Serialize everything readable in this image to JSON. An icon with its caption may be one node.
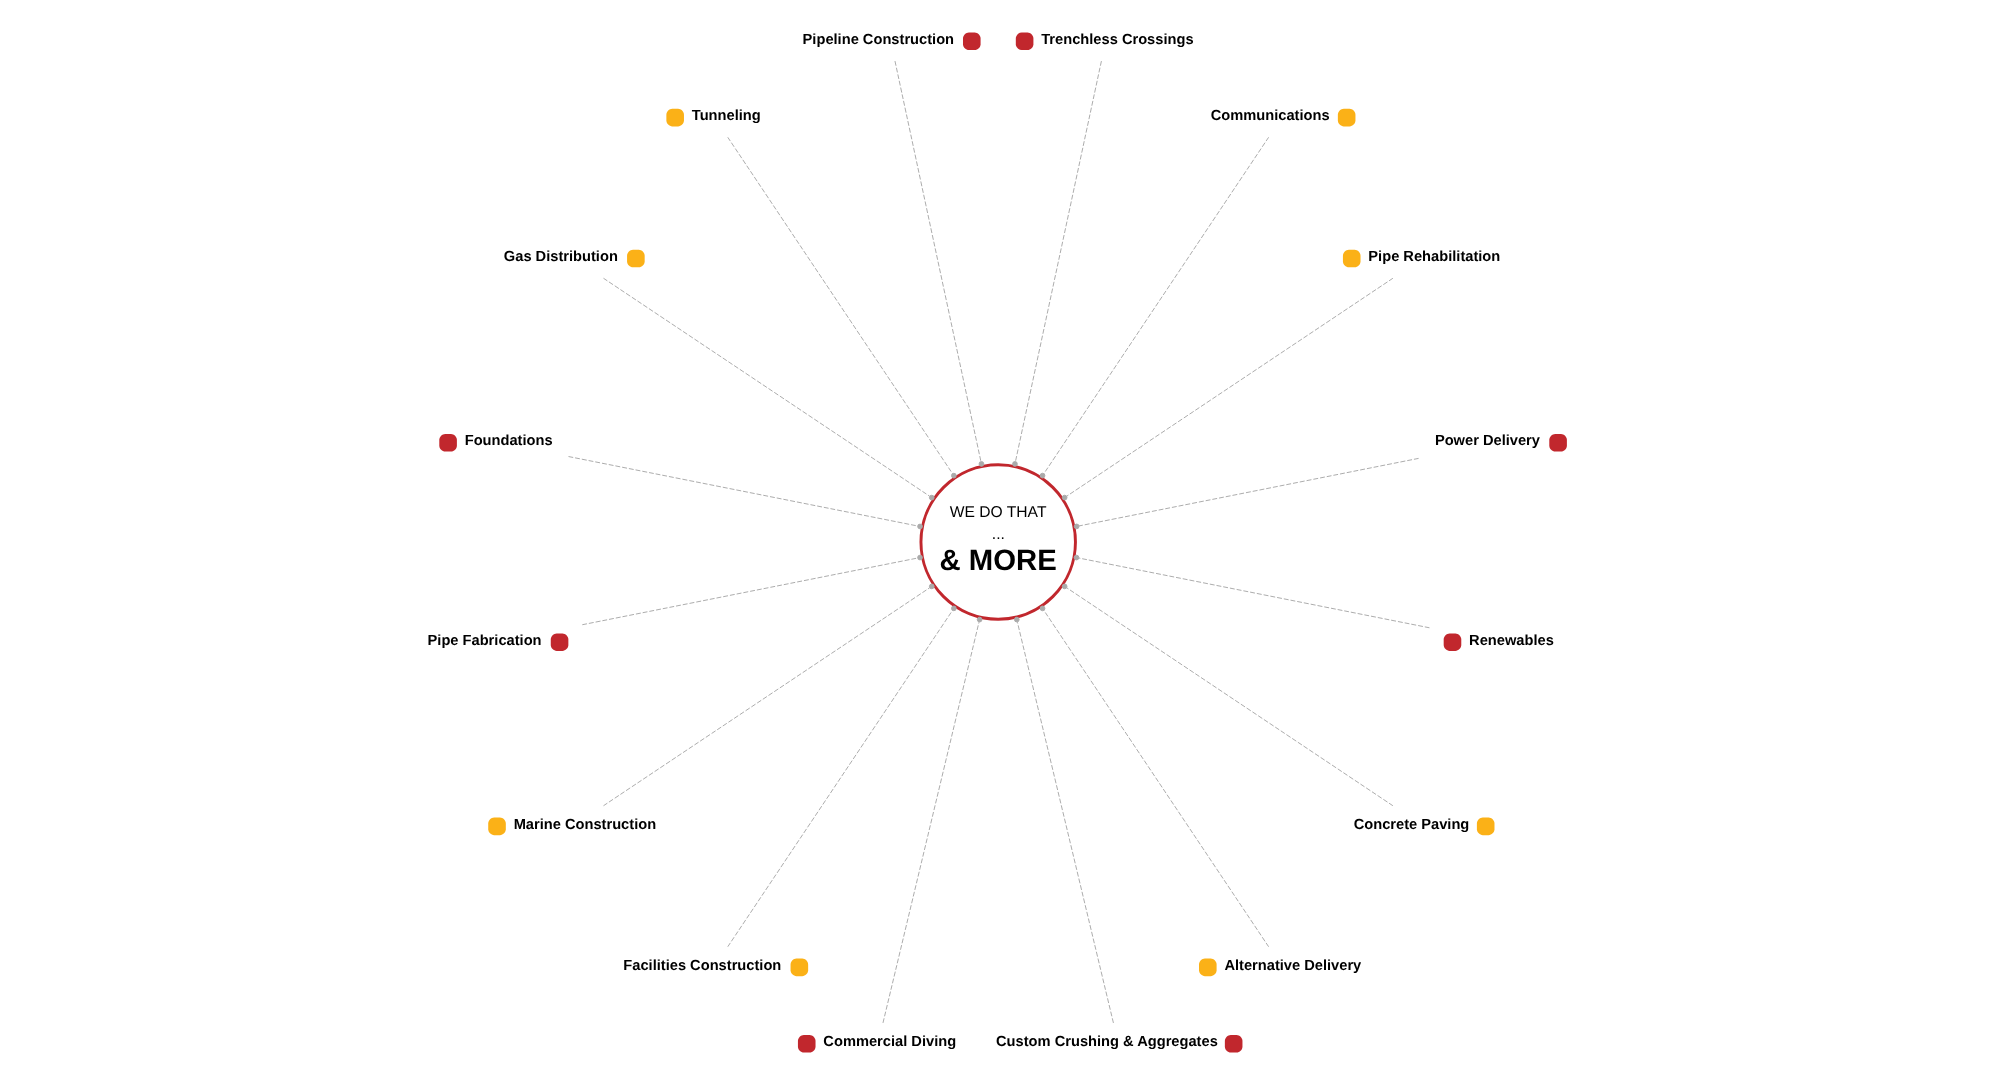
{
  "diagram": {
    "nodes": [
      {
        "text": [
          "WE DO THAT",
          "...",
          "& MORE"
        ]
      },
      {
        "text": [
          "Power Delivery"
        ]
      },
      {
        "text": [
          "Pipe Rehabilitation"
        ]
      },
      {
        "text": [
          "Communications"
        ]
      },
      {
        "text": [
          "Trenchless Crossings"
        ]
      },
      {
        "text": [
          "Pipeline Construction"
        ]
      },
      {
        "text": [
          "Tunneling"
        ]
      },
      {
        "text": [
          "Gas Distribution"
        ]
      },
      {
        "text": [
          "Foundations"
        ]
      },
      {
        "text": [
          "Pipe Fabrication"
        ]
      },
      {
        "text": [
          "Marine Construction"
        ]
      },
      {
        "text": [
          "Facilities Construction"
        ]
      },
      {
        "text": [
          "Commercial Diving"
        ]
      },
      {
        "text": [
          "Custom Crushing & Aggregates"
        ]
      },
      {
        "text": [
          "Alternative Delivery"
        ]
      },
      {
        "text": [
          "Concrete Paving"
        ]
      },
      {
        "text": [
          "Renewables"
        ]
      }
    ],
    "edges": [
      {
        "from": 1,
        "to": 0,
        "arrow": "other",
        "style": "dashed"
      },
      {
        "from": 2,
        "to": 0,
        "arrow": "other",
        "style": "dashed"
      },
      {
        "from": 4,
        "to": 0,
        "arrow": "other",
        "style": "dashed"
      },
      {
        "from": 6,
        "to": 0,
        "arrow": "other",
        "style": "dashed"
      },
      {
        "from": 8,
        "to": 0,
        "arrow": "other",
        "style": "dashed"
      },
      {
        "from": 10,
        "to": 0,
        "arrow": "other",
        "style": "dashed"
      },
      {
        "from": 12,
        "to": 0,
        "arrow": "other",
        "style": "dashed"
      },
      {
        "from": 14,
        "to": 0,
        "arrow": "other",
        "style": "dashed"
      },
      {
        "from": 16,
        "to": 0,
        "arrow": "other",
        "style": "dashed"
      },
      {
        "from": 15,
        "to": 0,
        "arrow": "other",
        "style": "dashed"
      },
      {
        "from": 13,
        "to": 0,
        "arrow": "other",
        "style": "dashed"
      },
      {
        "from": 11,
        "to": 0,
        "arrow": "other",
        "style": "dashed"
      },
      {
        "from": 9,
        "to": 0,
        "arrow": "other",
        "style": "dashed"
      },
      {
        "from": 7,
        "to": 0,
        "arrow": "other",
        "style": "dashed"
      },
      {
        "from": 5,
        "to": 0,
        "arrow": "other",
        "style": "dashed"
      },
      {
        "from": 3,
        "to": 0,
        "arrow": "other",
        "style": "dashed"
      }
    ]
  }
}
